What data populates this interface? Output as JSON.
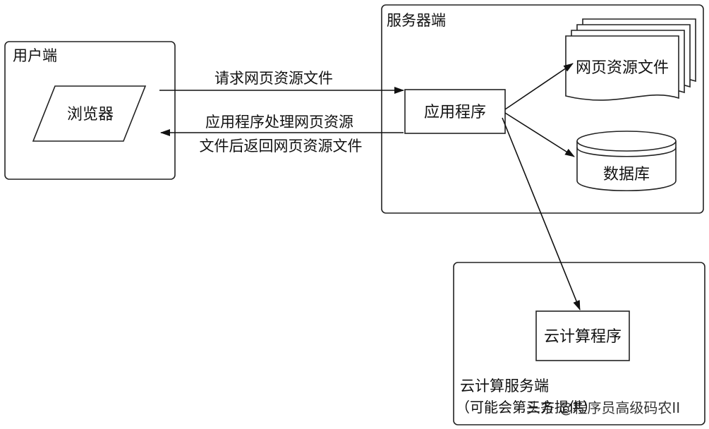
{
  "client": {
    "title": "用户端",
    "browser_label": "浏览器"
  },
  "server": {
    "title": "服务器端",
    "app_label": "应用程序",
    "files_label": "网页资源文件",
    "db_label": "数据库"
  },
  "cloud": {
    "title": "云计算服务端",
    "subtitle": "（可能会第三方提供）",
    "program_label": "云计算程序"
  },
  "arrows": {
    "request_label": "请求网页资源文件",
    "response_line1": "应用程序处理网页资源",
    "response_line2": "文件后返回网页资源文件"
  },
  "watermark": "头条 @程序员高级码农II"
}
